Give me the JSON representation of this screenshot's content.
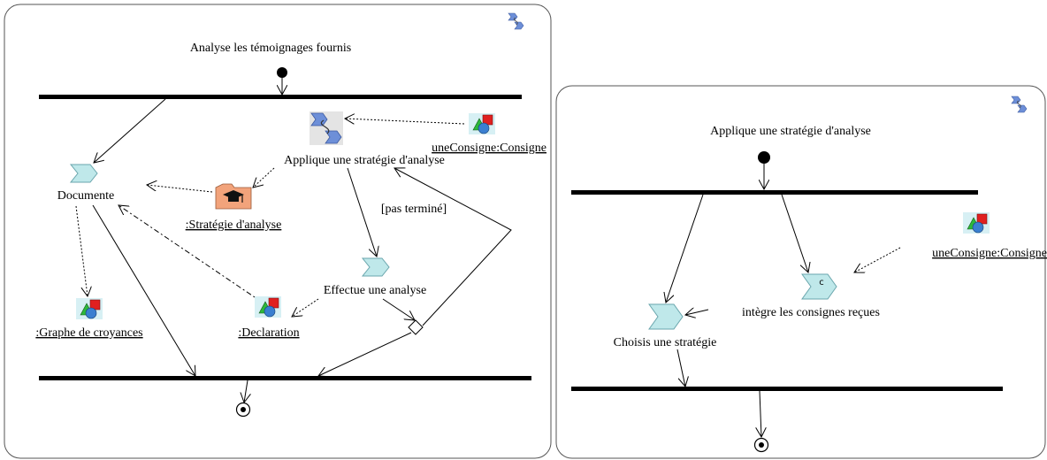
{
  "left_panel": {
    "title": "Analyse les témoignages fournis",
    "subactivity_label": "Applique une stratégie d'analyse",
    "documente": "Documente",
    "strategie_obj": ":Stratégie d'analyse",
    "consigne_obj": "uneConsigne:Consigne",
    "guard": "[pas terminé]",
    "effectue": "Effectue une analyse",
    "graphe_obj": ":Graphe de croyances",
    "declaration_obj": ":Declaration"
  },
  "right_panel": {
    "title": "Applique une stratégie d'analyse",
    "consigne_obj": "uneConsigne:Consigne",
    "integre": "intègre les consignes reçues",
    "choisis": "Choisis une stratégie",
    "c_marker": "c"
  },
  "colors": {
    "action_fill": "#bfe8ea",
    "action_stroke": "#6aa6ad",
    "object_bg": "#d7f0f4",
    "red": "#e02020",
    "blue": "#3a7fd0",
    "green": "#2db83a",
    "strategy_fill": "#f2a37b"
  },
  "icons": [
    "subactivity-icon",
    "object-icon",
    "strategy-icon",
    "action-icon"
  ]
}
